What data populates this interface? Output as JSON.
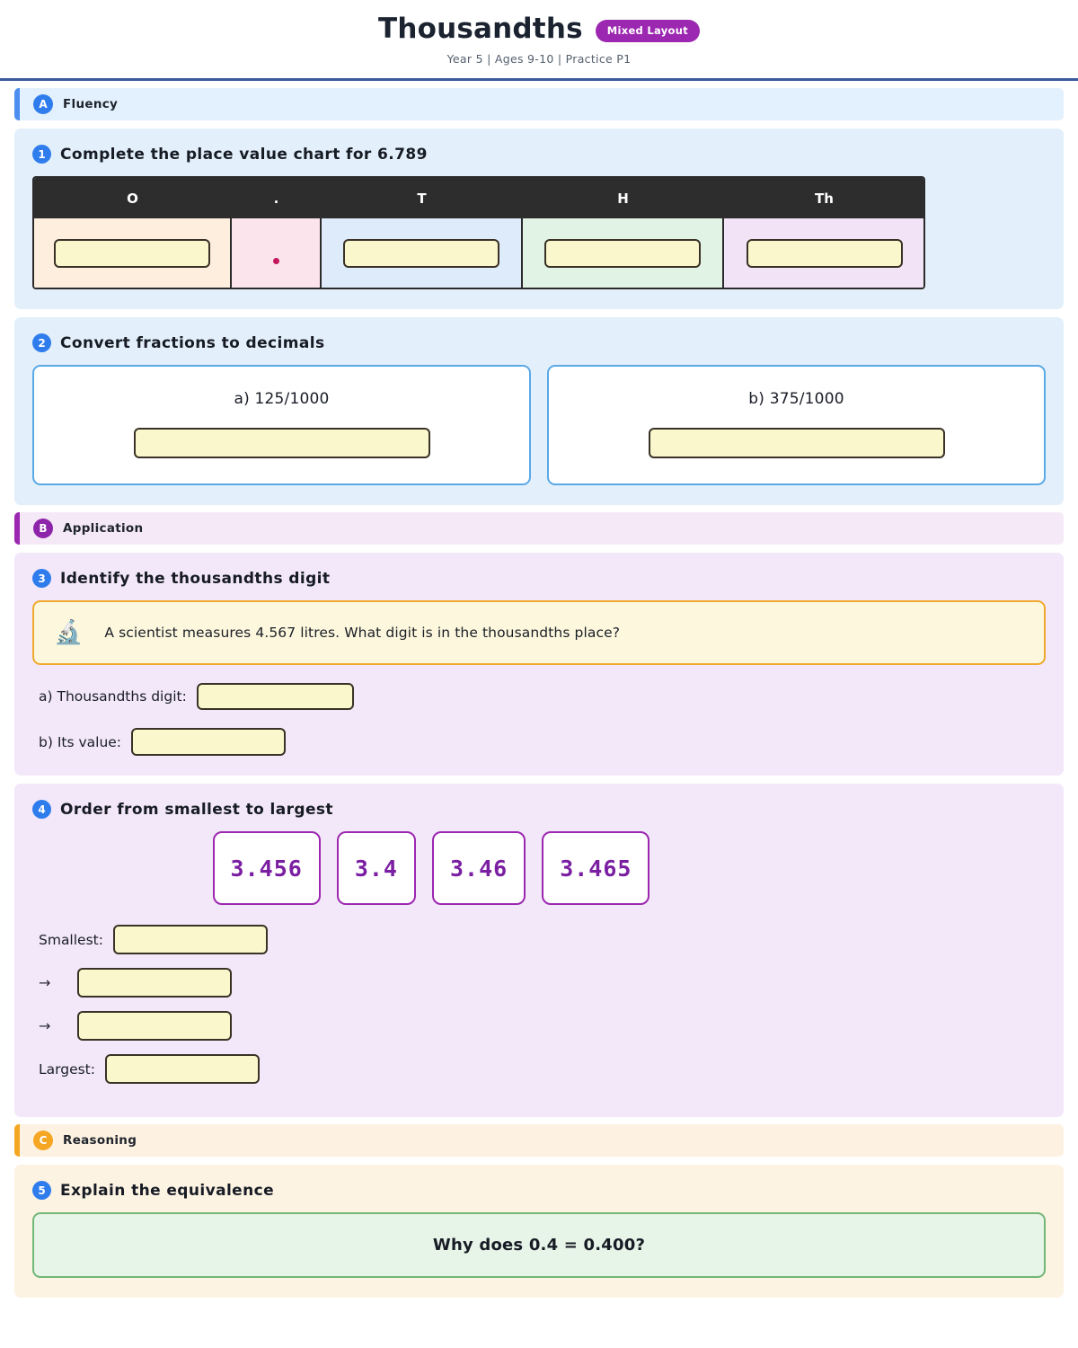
{
  "header": {
    "title": "Thousandths",
    "badge": "Mixed Layout",
    "subtitle": "Year 5 | Ages 9-10 | Practice P1"
  },
  "sections": [
    {
      "letter": "A",
      "label": "Fluency"
    },
    {
      "letter": "B",
      "label": "Application"
    },
    {
      "letter": "C",
      "label": "Reasoning"
    }
  ],
  "q1": {
    "number": "1",
    "title": "Complete the place value chart for 6.789",
    "columns": [
      {
        "header": "O"
      },
      {
        "header": "."
      },
      {
        "header": "T"
      },
      {
        "header": "H"
      },
      {
        "header": "Th"
      }
    ]
  },
  "q2": {
    "number": "2",
    "title": "Convert fractions to decimals",
    "items": [
      {
        "label": "a) 125/1000"
      },
      {
        "label": "b) 375/1000"
      }
    ]
  },
  "q3": {
    "number": "3",
    "title": "Identify the thousandths digit",
    "icon": "microscope-icon",
    "icon_glyph": "🔬",
    "problem": "A scientist measures 4.567 litres. What digit is in the thousandths place?",
    "parts": [
      {
        "label": "a) Thousandths digit:"
      },
      {
        "label": "b) Its value:"
      }
    ]
  },
  "q4": {
    "number": "4",
    "title": "Order from smallest to largest",
    "cards": [
      "3.456",
      "3.4",
      "3.46",
      "3.465"
    ],
    "rows": [
      {
        "label": "Smallest:",
        "arrow": ""
      },
      {
        "label": "",
        "arrow": "→"
      },
      {
        "label": "",
        "arrow": "→"
      },
      {
        "label": "Largest:",
        "arrow": ""
      }
    ]
  },
  "q5": {
    "number": "5",
    "title": "Explain the equivalence",
    "prompt": "Why does 0.4 = 0.400?"
  },
  "colors": {
    "accent_blue": "#2f7ded",
    "accent_purple": "#9c27b0",
    "accent_orange": "#f5a623",
    "answer_fill": "#fbf7cd",
    "answer_border": "#3a3226",
    "header_rule": "#3a5a9b"
  }
}
